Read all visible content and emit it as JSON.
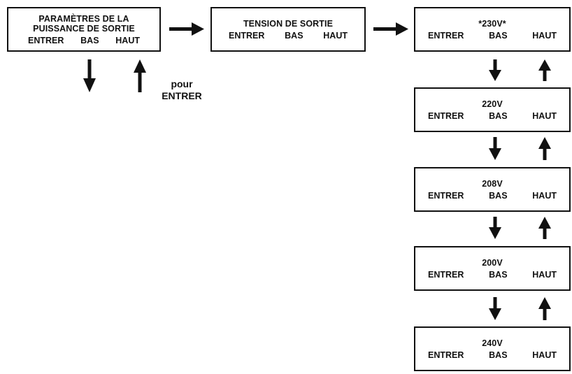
{
  "screens": [
    {
      "id": "output-power-settings",
      "title": "PARAMÈTRES DE LA\nPUISSANCE DE SORTIE",
      "keys": [
        "ENTRER",
        "BAS",
        "HAUT"
      ]
    },
    {
      "id": "output-voltage",
      "title": "TENSION DE SORTIE",
      "keys": [
        "ENTRER",
        "BAS",
        "HAUT"
      ]
    },
    {
      "id": "voltage-230",
      "title": "*230V*",
      "keys": [
        "ENTRER",
        "BAS",
        "HAUT"
      ]
    },
    {
      "id": "voltage-220",
      "title": "220V",
      "keys": [
        "ENTRER",
        "BAS",
        "HAUT"
      ]
    },
    {
      "id": "voltage-208",
      "title": "208V",
      "keys": [
        "ENTRER",
        "BAS",
        "HAUT"
      ]
    },
    {
      "id": "voltage-200",
      "title": "200V",
      "keys": [
        "ENTRER",
        "BAS",
        "HAUT"
      ]
    },
    {
      "id": "voltage-240",
      "title": "240V",
      "keys": [
        "ENTRER",
        "BAS",
        "HAUT"
      ]
    }
  ],
  "note": "pour\nENTRER"
}
